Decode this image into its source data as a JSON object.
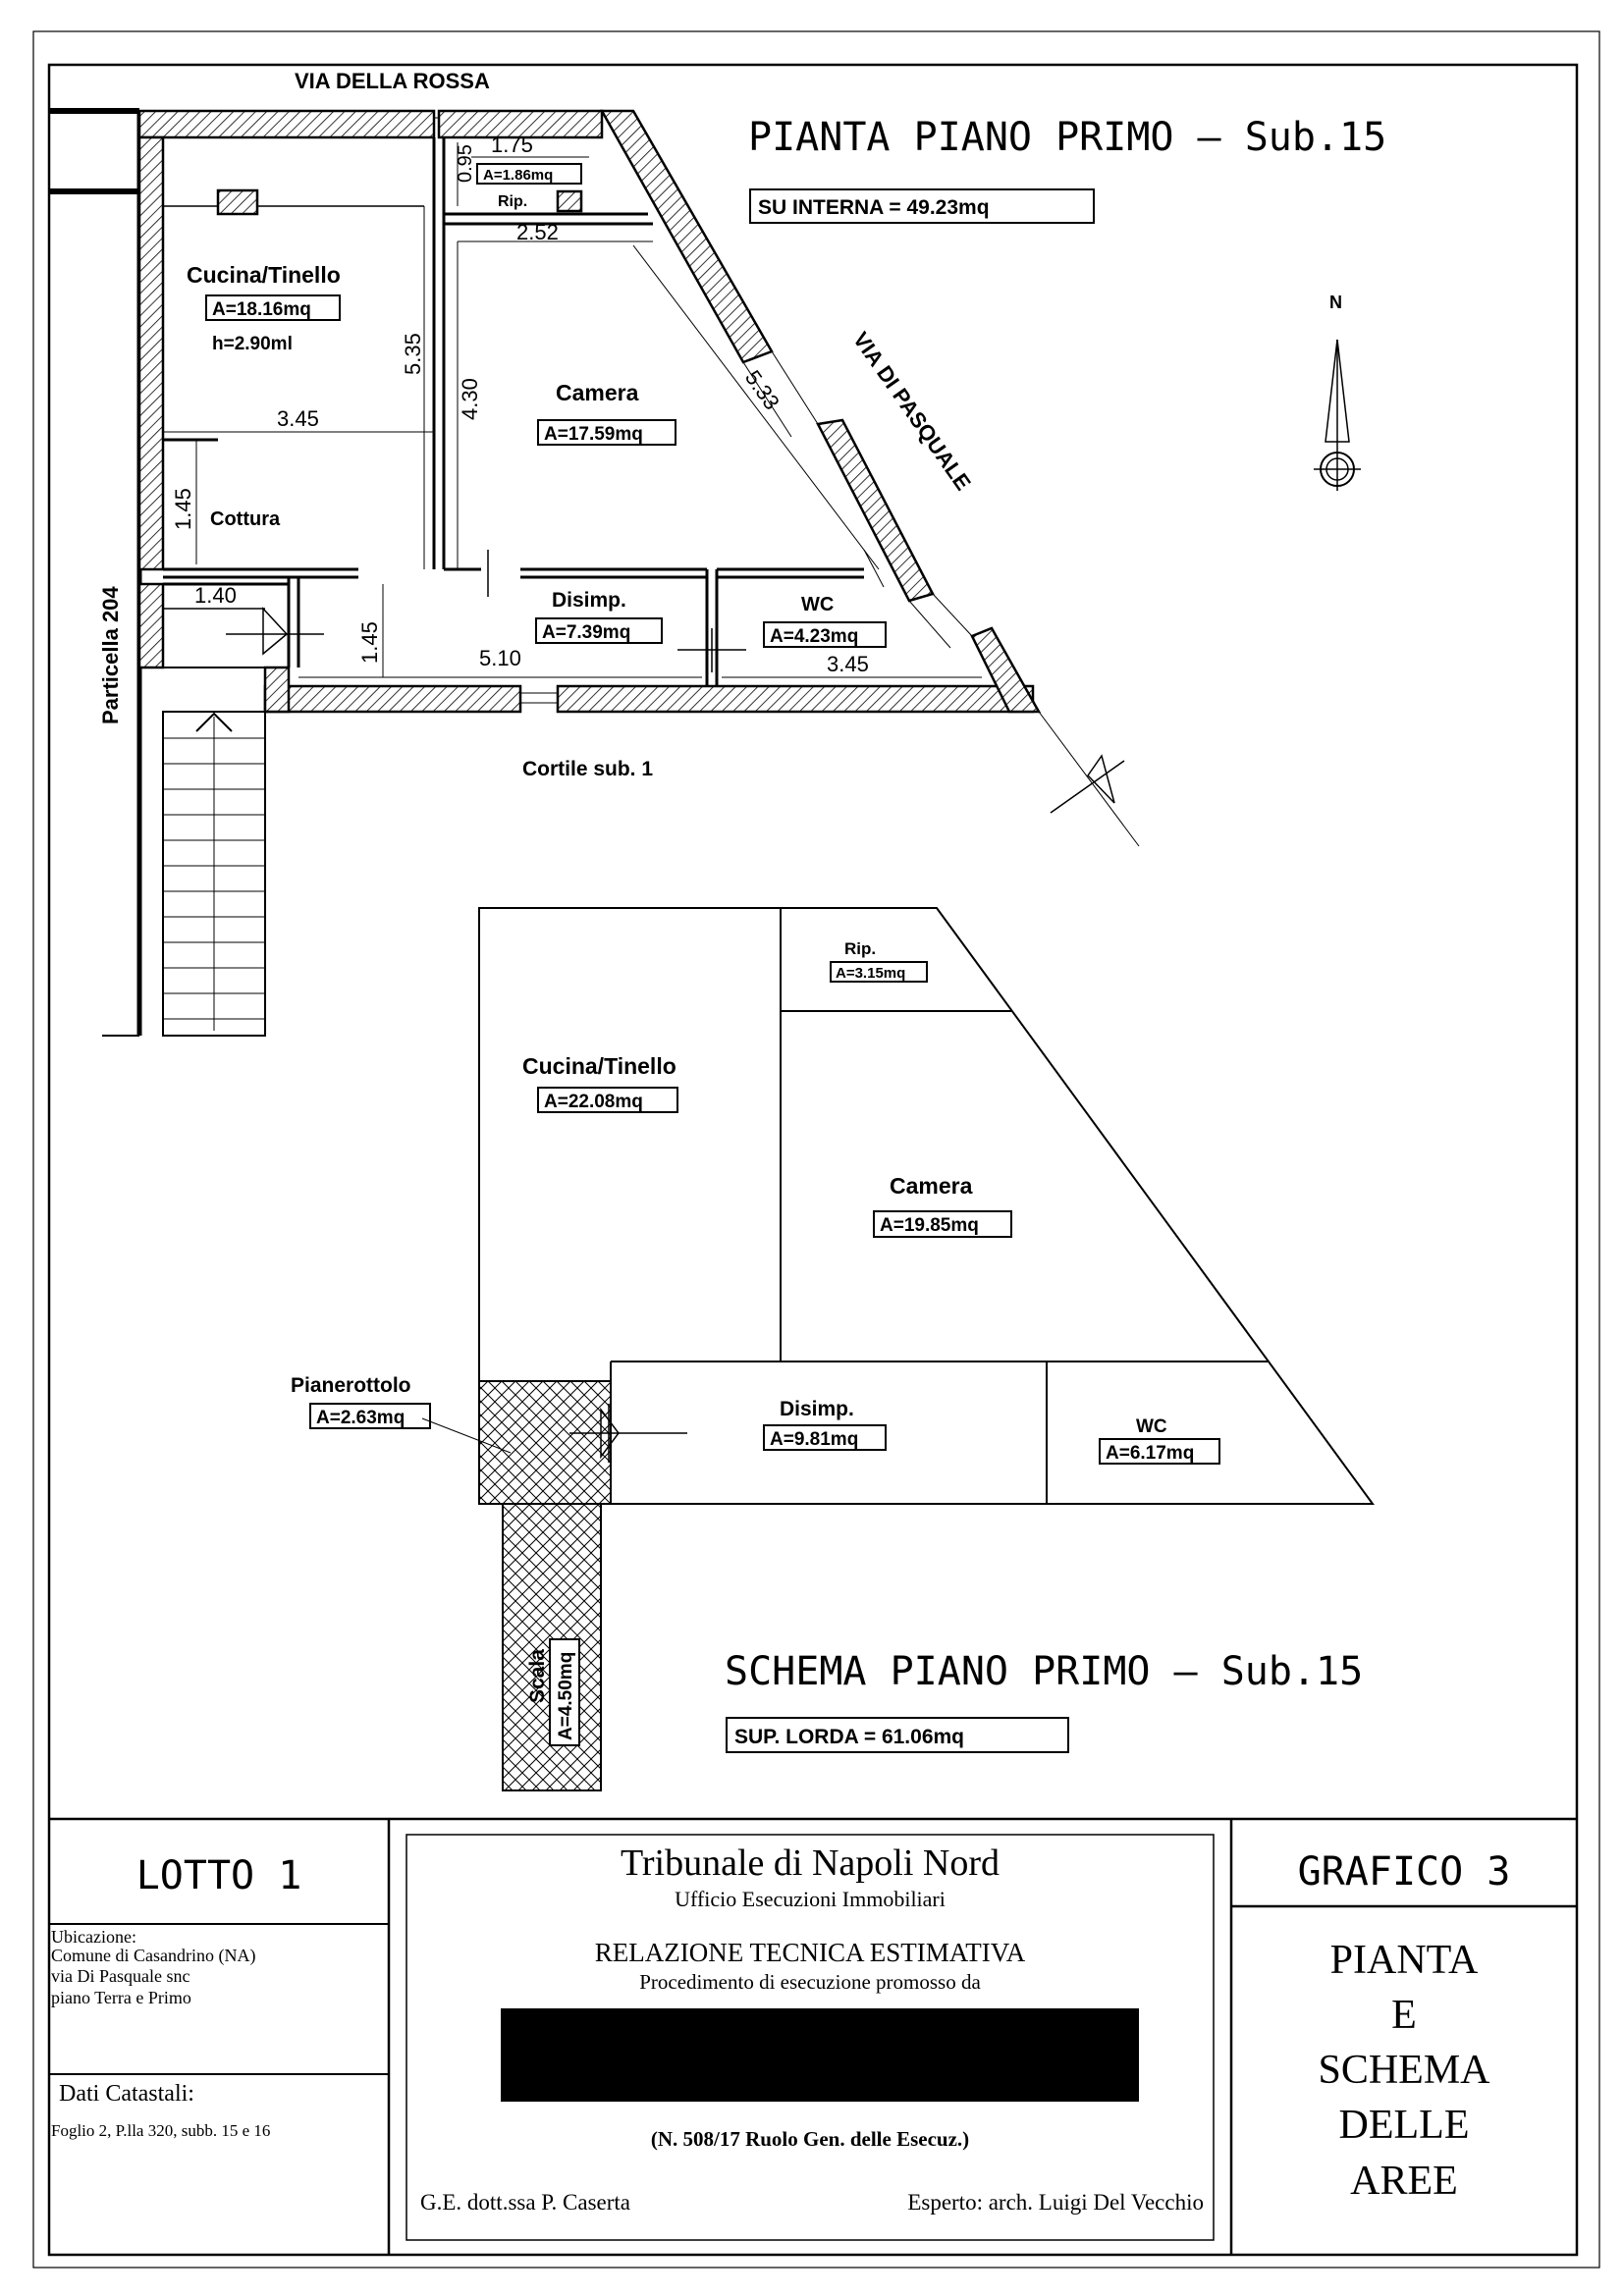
{
  "plan": {
    "street_top": "VIA DELLA ROSSA",
    "street_right": "VIA DI PASQUALE",
    "parcel_left": "Particella 204",
    "courtyard": "Cortile sub. 1",
    "title": "PIANTA  PIANO  PRIMO  –  Sub.15",
    "su_interna": "SU  INTERNA  =  49.23mq",
    "north": "N",
    "rooms": {
      "cucina_name": "Cucina/Tinello",
      "cucina_area": "A=18.16mq",
      "cucina_height": "h=2.90ml",
      "rip_name": "Rip.",
      "rip_area": "A=1.86mq",
      "camera_name": "Camera",
      "camera_area": "A=17.59mq",
      "cottura_name": "Cottura",
      "disimp_name": "Disimp.",
      "disimp_area": "A=7.39mq",
      "wc_name": "WC",
      "wc_area": "A=4.23mq"
    },
    "dims": {
      "d175": "1.75",
      "d095": "0.95",
      "d252": "2.52",
      "d535": "5.35",
      "d430": "4.30",
      "d533": "5.33",
      "d345a": "3.45",
      "d145a": "1.45",
      "d140": "1.40",
      "d145b": "1.45",
      "d510": "5.10",
      "d345b": "3.45"
    }
  },
  "scheme": {
    "title": "SCHEMA  PIANO  PRIMO  –  Sub.15",
    "sup_lorda": "SUP.  LORDA  =  61.06mq",
    "rooms": {
      "rip_name": "Rip.",
      "rip_area": "A=3.15mq",
      "cucina_name": "Cucina/Tinello",
      "cucina_area": "A=22.08mq",
      "camera_name": "Camera",
      "camera_area": "A=19.85mq",
      "pianerottolo_name": "Pianerottolo",
      "pianerottolo_area": "A=2.63mq",
      "disimp_name": "Disimp.",
      "disimp_area": "A=9.81mq",
      "wc_name": "WC",
      "wc_area": "A=6.17mq",
      "scala_name": "Scala",
      "scala_area": "A=4.50mq"
    }
  },
  "titleblock": {
    "lotto": "LOTTO  1",
    "ubicazione_label": "Ubicazione:",
    "ubicazione_lines": [
      "Comune di Casandrino (NA)",
      "via Di Pasquale snc",
      "piano Terra e Primo"
    ],
    "dati_label": "Dati Catastali:",
    "dati_value": "Foglio 2, P.lla 320, subb. 15 e 16",
    "court": "Tribunale di Napoli Nord",
    "office": "Ufficio Esecuzioni Immobiliari",
    "report": "RELAZIONE TECNICA ESTIMATIVA",
    "procedure": "Procedimento di esecuzione promosso da",
    "case_number": "(N. 508/17 Ruolo Gen. delle Esecuz.)",
    "judge": "G.E. dott.ssa P. Caserta",
    "expert": "Esperto: arch. Luigi Del Vecchio",
    "grafico": "GRAFICO  3",
    "subject_lines": [
      "PIANTA",
      "E",
      "SCHEMA",
      "DELLE",
      "AREE"
    ]
  }
}
